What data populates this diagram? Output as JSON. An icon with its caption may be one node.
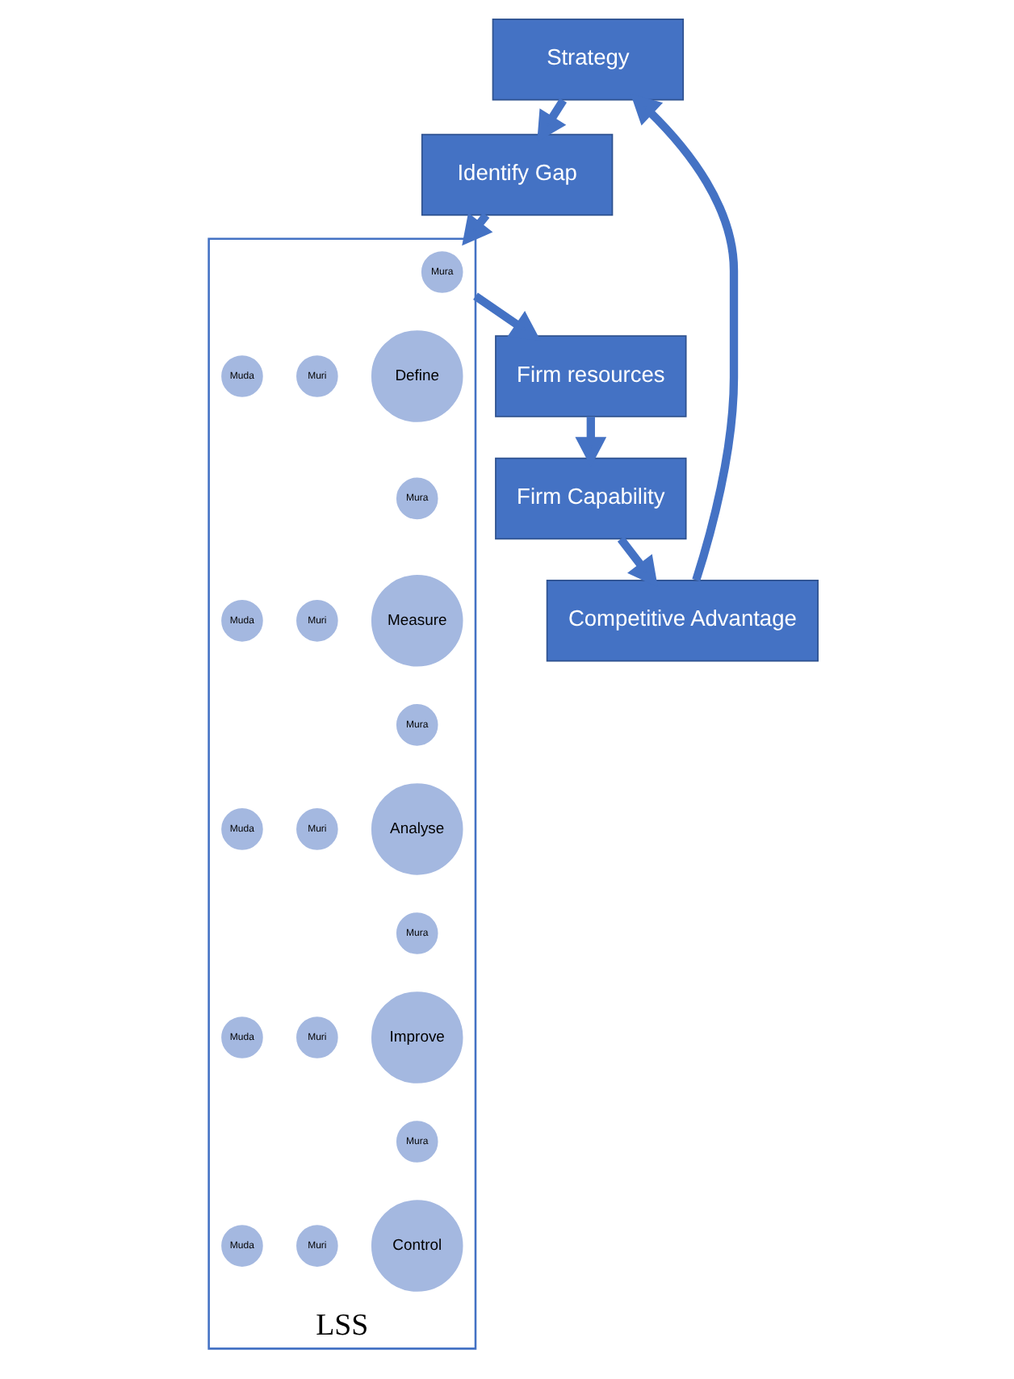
{
  "diagram": {
    "nodes": [
      {
        "text": [
          "Strategy"
        ]
      },
      {
        "text": [
          "Identify Gap"
        ]
      },
      {
        "text": [
          "Competitive Advantage"
        ]
      },
      {
        "text": [
          "Firm Capability"
        ]
      },
      {
        "text": [
          "Firm resources"
        ]
      },
      {
        "text": [
          "LSS"
        ]
      },
      {
        "text": [
          "Mura"
        ],
        "in": 5
      },
      {
        "text": [
          "Define"
        ],
        "in": 5
      },
      {
        "text": [
          "Muri"
        ],
        "in": 5
      },
      {
        "text": [
          "Muda"
        ],
        "in": 5
      },
      {
        "text": [
          "Mura"
        ],
        "in": 5
      },
      {
        "text": [
          "Measure"
        ],
        "in": 5
      },
      {
        "text": [
          "Muri"
        ],
        "in": 5
      },
      {
        "text": [
          "Muda"
        ],
        "in": 5
      },
      {
        "text": [
          "Mura"
        ],
        "in": 5
      },
      {
        "text": [
          "Analyse"
        ],
        "in": 5
      },
      {
        "text": [
          "Muri"
        ],
        "in": 5
      },
      {
        "text": [
          "Muda"
        ],
        "in": 5
      },
      {
        "text": [
          "Mura"
        ],
        "in": 5
      },
      {
        "text": [
          "Improve"
        ],
        "in": 5
      },
      {
        "text": [
          "Muri"
        ],
        "in": 5
      },
      {
        "text": [
          "Muda"
        ],
        "in": 5
      },
      {
        "text": [
          "Mura"
        ],
        "in": 5
      },
      {
        "text": [
          "Control"
        ],
        "in": 5
      },
      {
        "text": [
          "Muri"
        ],
        "in": 5
      },
      {
        "text": [
          "Muda"
        ],
        "in": 5
      }
    ],
    "edges": [
      {
        "from": 0,
        "to": 1,
        "arrow": "to"
      },
      {
        "from": 1,
        "to": 5,
        "arrow": "to"
      },
      {
        "from": 5,
        "to": 4,
        "arrow": "to"
      },
      {
        "from": 4,
        "to": 3,
        "arrow": "to"
      },
      {
        "from": 3,
        "to": 2,
        "arrow": "to"
      },
      {
        "from": 2,
        "to": 0,
        "arrow": "to"
      }
    ]
  }
}
